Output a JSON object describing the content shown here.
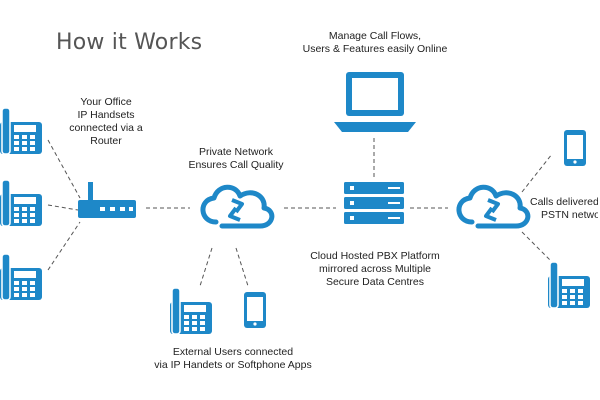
{
  "title": "How it Works",
  "labels": {
    "office": [
      "Your Office",
      "IP Handsets",
      "connected via a",
      "Router"
    ],
    "private_network": [
      "Private Network",
      "Ensures Call Quality"
    ],
    "manage": [
      "Manage Call Flows,",
      "Users & Features easily Online"
    ],
    "pbx": [
      "Cloud Hosted PBX Platform",
      "mirrored across Multiple",
      "Secure Data Centres"
    ],
    "external": [
      "External Users connected",
      "via IP Handets or Softphone Apps"
    ],
    "pstn": [
      "Calls delivered to",
      "PSTN network"
    ]
  },
  "icons": [
    "desk-phone-icon",
    "router-icon",
    "cloud-sync-icon",
    "laptop-icon",
    "server-stack-icon",
    "mobile-phone-icon"
  ],
  "colors": {
    "accent": "#1e88c8",
    "connector": "#555555",
    "text": "#222222",
    "title": "#555555"
  }
}
